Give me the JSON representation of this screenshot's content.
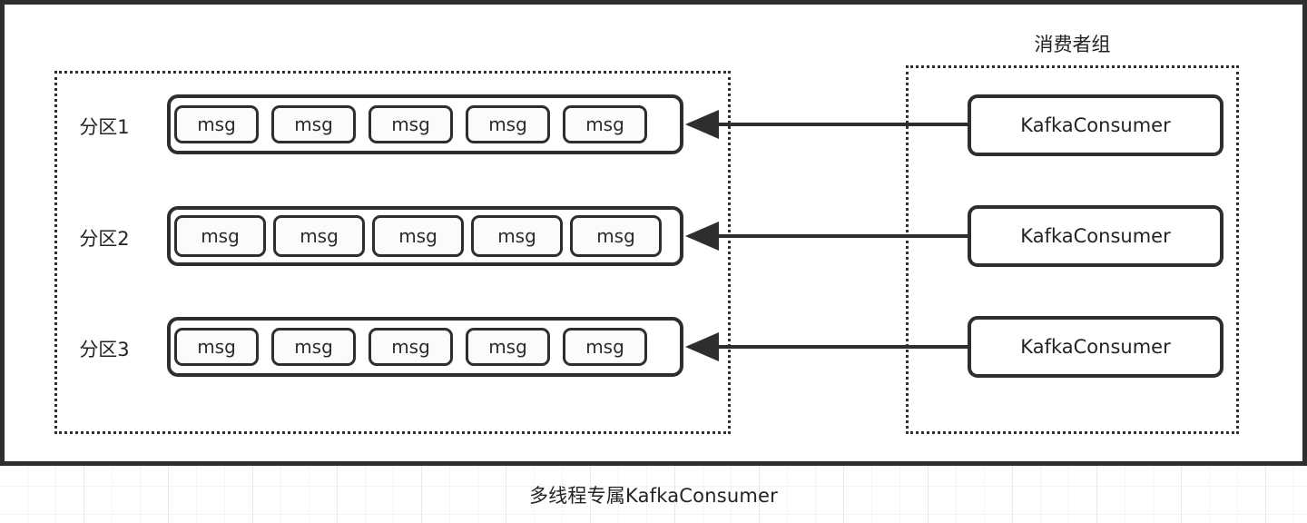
{
  "caption": {
    "text": "多线程专属KafkaConsumer"
  },
  "broker": {
    "name": "broker-partitions",
    "partitions": [
      {
        "label": "分区1",
        "messages": [
          "msg",
          "msg",
          "msg",
          "msg",
          "msg"
        ]
      },
      {
        "label": "分区2",
        "messages": [
          "msg",
          "msg",
          "msg",
          "msg",
          "msg"
        ]
      },
      {
        "label": "分区3",
        "messages": [
          "msg",
          "msg",
          "msg",
          "msg",
          "msg"
        ]
      }
    ]
  },
  "consumer_group": {
    "title": "消费者组",
    "consumers": [
      {
        "label": "KafkaConsumer"
      },
      {
        "label": "KafkaConsumer"
      },
      {
        "label": "KafkaConsumer"
      }
    ]
  },
  "connections": [
    {
      "from": "KafkaConsumer 1",
      "to": "分区1",
      "direction": "right-to-left"
    },
    {
      "from": "KafkaConsumer 2",
      "to": "分区2",
      "direction": "right-to-left"
    },
    {
      "from": "KafkaConsumer 3",
      "to": "分区3",
      "direction": "right-to-left"
    }
  ],
  "colors": {
    "stroke": "#2e2e2e",
    "text": "#232323",
    "msg_fill": "#fbfbfb",
    "grid_line": "#e9e9e9",
    "background": "#ffffff"
  }
}
